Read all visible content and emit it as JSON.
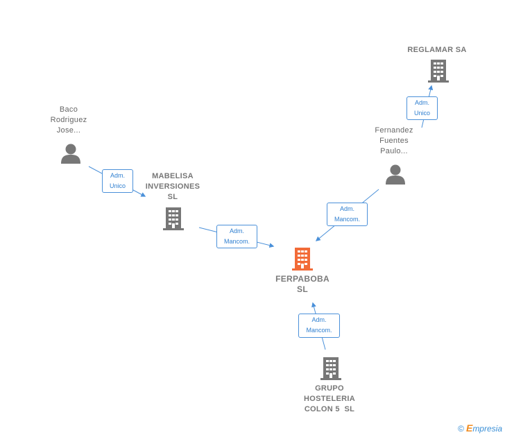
{
  "nodes": {
    "reglamar": {
      "label": "REGLAMAR SA"
    },
    "baco": {
      "label_lines": [
        "Baco",
        "Rodriguez",
        "Jose..."
      ]
    },
    "fernandez": {
      "label_lines": [
        "Fernandez",
        "Fuentes",
        "Paulo..."
      ]
    },
    "mabelisa": {
      "label_lines": [
        "MABELISA",
        "INVERSIONES",
        "SL"
      ]
    },
    "ferpaboba": {
      "label_lines": [
        "FERPABOBA",
        "SL"
      ]
    },
    "grupo": {
      "label_lines": [
        "GRUPO",
        "HOSTELERIA",
        "COLON 5  SL"
      ]
    }
  },
  "edges": {
    "fernandez_reglamar": {
      "line1": "Adm.",
      "line2": "Unico"
    },
    "baco_mabelisa": {
      "line1": "Adm.",
      "line2": "Unico"
    },
    "mabelisa_ferpaboba": {
      "line1": "Adm.",
      "line2": "Mancom."
    },
    "fernandez_ferpaboba": {
      "line1": "Adm.",
      "line2": "Mancom."
    },
    "grupo_ferpaboba": {
      "line1": "Adm.",
      "line2": "Mancom."
    }
  },
  "footer": {
    "copyright_symbol": "©",
    "brand_initial": "E",
    "brand_rest": "mpresia"
  },
  "colors": {
    "link": "#4a90d9",
    "company": "#777777",
    "main_company": "#f26b38",
    "person": "#777777"
  },
  "icons": {
    "company": "building-icon",
    "person": "person-icon"
  }
}
